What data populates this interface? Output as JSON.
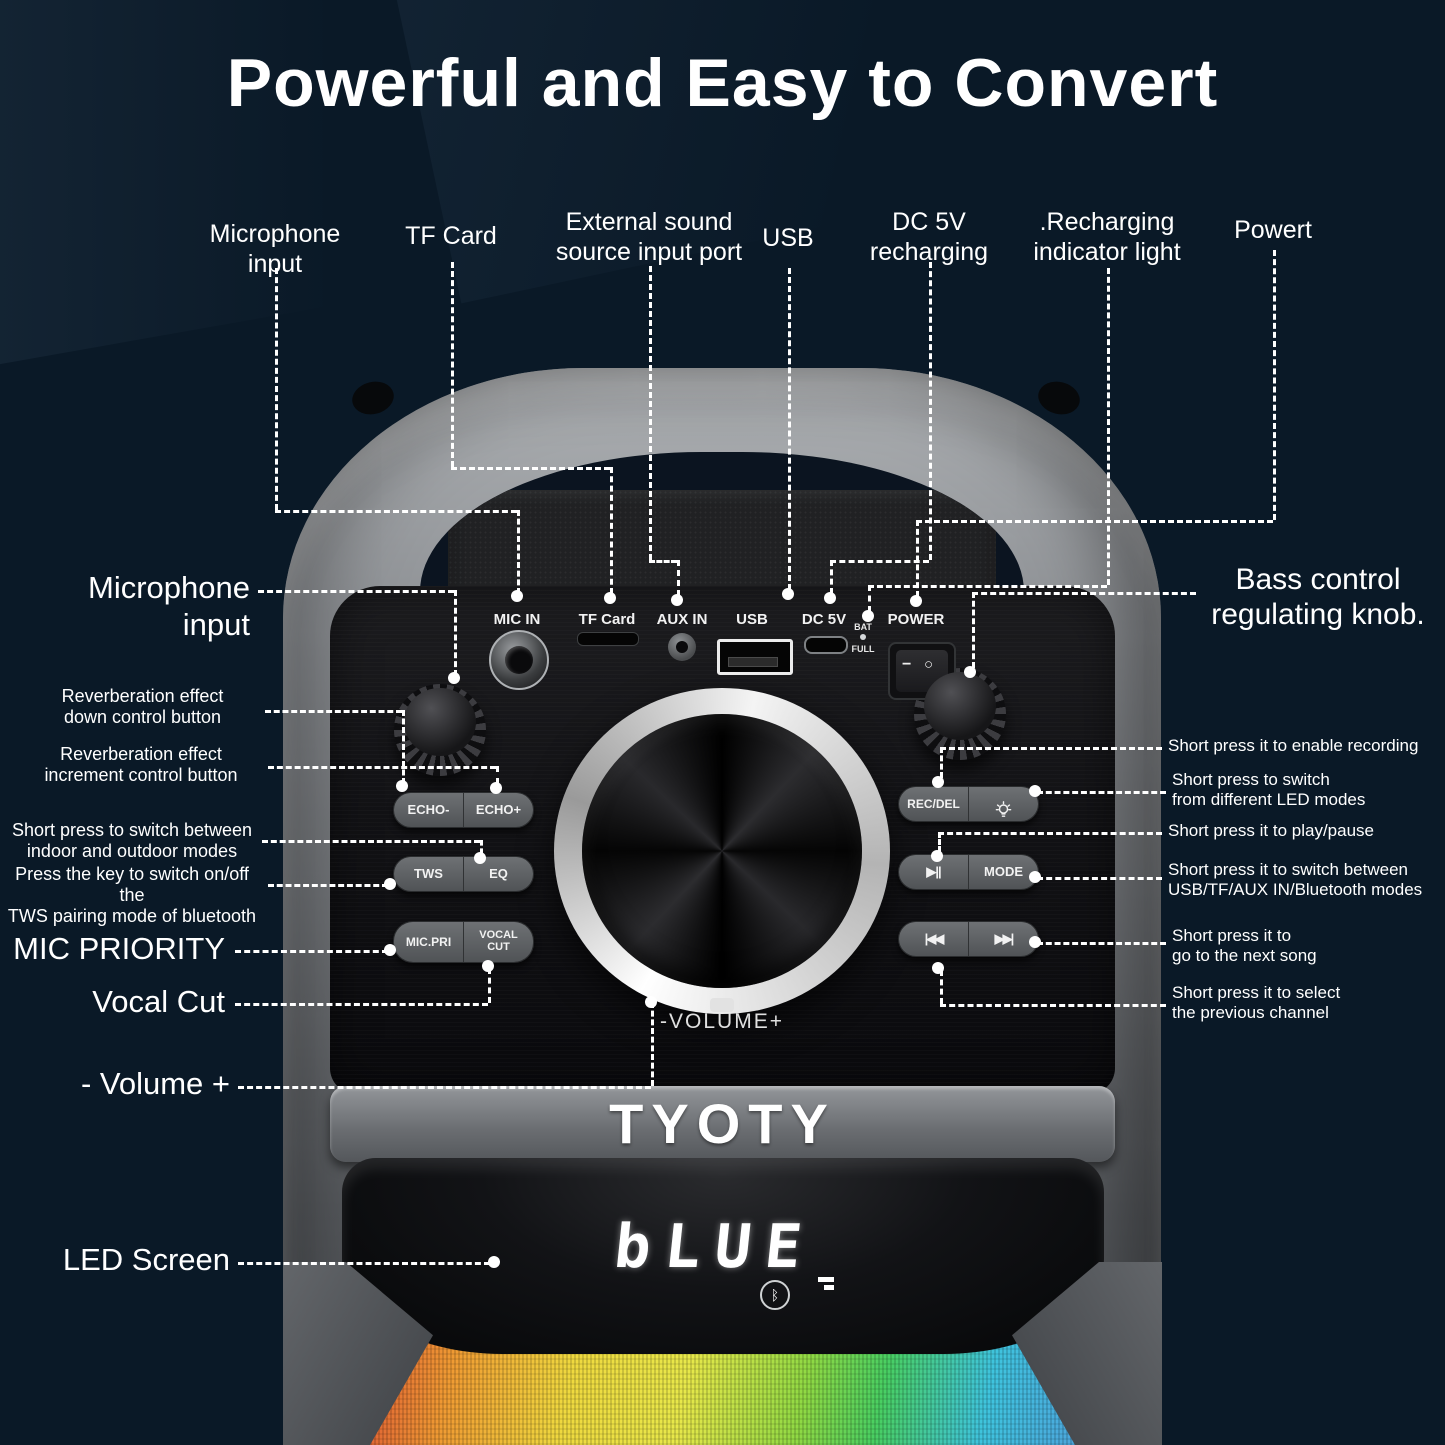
{
  "title": "Powerful and Easy to Convert",
  "brand": "TYOTY",
  "colors": {
    "background": "#0a1927",
    "body_gray": "#8b8e92",
    "panel_black": "#121215",
    "callout_white": "#ffffff",
    "rainbow": [
      "#d94b35",
      "#ef9a33",
      "#efd93f",
      "#8fd944",
      "#3fc4de",
      "#4fa0dc"
    ]
  },
  "top_labels": [
    {
      "text": "Microphone\ninput"
    },
    {
      "text": "TF Card"
    },
    {
      "text": "External sound\nsource input port"
    },
    {
      "text": "USB"
    },
    {
      "text": "DC 5V\nrecharging"
    },
    {
      "text": ".Recharging\nindicator light"
    },
    {
      "text": "Powert"
    }
  ],
  "left_labels": [
    {
      "text": "Microphone input"
    },
    {
      "text": "Reverberation effect\ndown control button"
    },
    {
      "text": "Reverberation effect\nincrement control button"
    },
    {
      "text": "Short press to switch between\nindoor and outdoor modes"
    },
    {
      "text": "Press the key to switch on/off the\nTWS pairing mode of bluetooth"
    },
    {
      "text": "MIC PRIORITY"
    },
    {
      "text": "Vocal Cut"
    },
    {
      "text": "- Volume +"
    },
    {
      "text": "LED Screen"
    }
  ],
  "right_labels": [
    {
      "text": "Bass control\nregulating knob."
    },
    {
      "text": "Short press it to enable recording"
    },
    {
      "text": "Short press to switch\nfrom different LED modes"
    },
    {
      "text": "Short press it to play/pause"
    },
    {
      "text": "Short press it to switch between\nUSB/TF/AUX IN/Bluetooth modes"
    },
    {
      "text": "Short press it to\ngo to the next song"
    },
    {
      "text": "Short press it to select\n the previous channel"
    }
  ],
  "panel": {
    "ports": {
      "mic": "MIC IN",
      "tf": "TF Card",
      "aux": "AUX IN",
      "usb": "USB",
      "dc": "DC 5V",
      "bat": "BAT",
      "full": "FULL",
      "power": "POWER"
    },
    "power_rocker_line": "−",
    "power_rocker_circle": "○",
    "left_buttons": {
      "echo_minus": "ECHO-",
      "echo_plus": "ECHO+",
      "tws": "TWS",
      "eq": "EQ",
      "mic_pri": "MIC.PRI",
      "vocal_cut": "VOCAL\nCUT"
    },
    "right_buttons": {
      "rec_del": "REC/DEL",
      "mode": "MODE",
      "play_pause": "▶||",
      "prev": "|◀◀",
      "next": "▶▶|"
    },
    "volume_label": "-VOLUME+"
  },
  "led_display": {
    "text": "bLUE",
    "bluetooth_glyph": "ᛒ"
  }
}
